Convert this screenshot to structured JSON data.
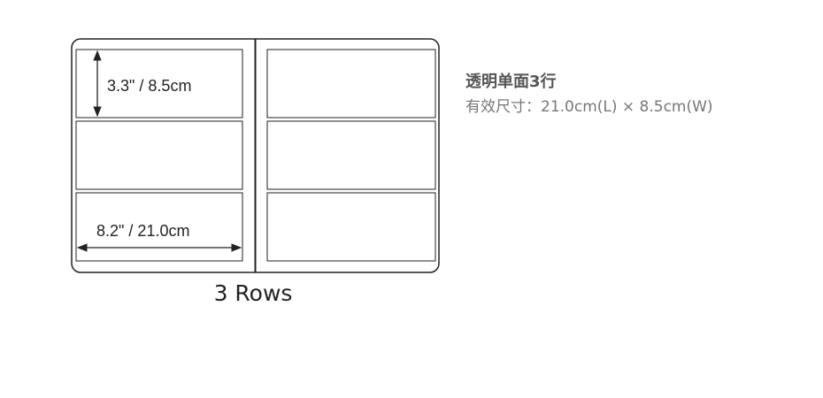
{
  "diagram": {
    "height_label": "3.3\" / 8.5cm",
    "width_label": "8.2\" / 21.0cm",
    "caption": "3 Rows",
    "rows": 3,
    "pages": 2
  },
  "product": {
    "title": "透明单面3行",
    "spec": "有效尺寸：21.0cm(L) × 8.5cm(W)"
  },
  "colors": {
    "stroke": "#222222",
    "text": "#222222",
    "title": "#555555",
    "spec": "#777777"
  }
}
